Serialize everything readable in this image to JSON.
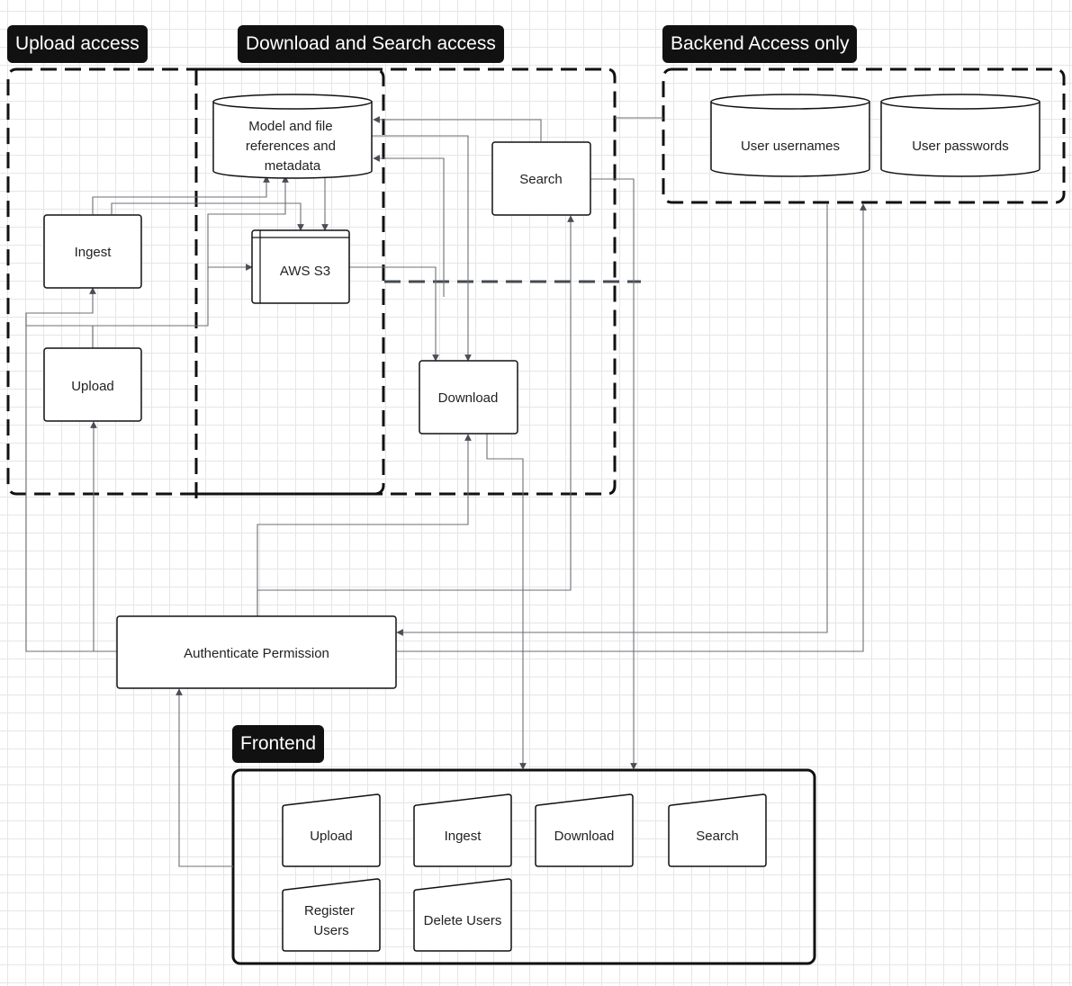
{
  "regions": {
    "upload": "Upload access",
    "download_search": "Download and Search access",
    "backend": "Backend Access only",
    "frontend": "Frontend"
  },
  "nodes": {
    "metadata_db": [
      "Model and file",
      "references and",
      "metadata"
    ],
    "ingest": "Ingest",
    "upload": "Upload",
    "aws_s3": "AWS S3",
    "search": "Search",
    "download": "Download",
    "user_usernames": "User usernames",
    "user_passwords": "User passwords",
    "authenticate": "Authenticate Permission"
  },
  "frontend_items": {
    "upload": "Upload",
    "ingest": "Ingest",
    "download": "Download",
    "search": "Search",
    "register_users": [
      "Register",
      "Users"
    ],
    "delete_users": "Delete Users"
  },
  "colors": {
    "connector": "#6b6f75",
    "tag_background": "#111111",
    "grid": "#e6e6e6"
  }
}
